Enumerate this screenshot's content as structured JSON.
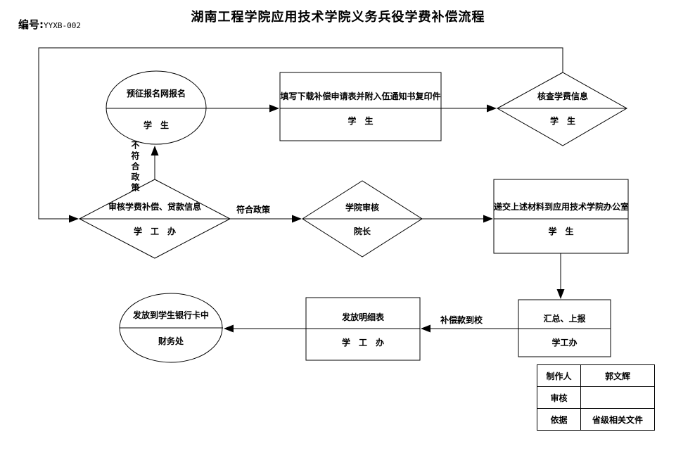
{
  "header": {
    "title": "湖南工程学院应用技术学院义务兵役学费补偿流程",
    "code_label": "编号:",
    "code_value": "YYXB-002"
  },
  "nodes": {
    "apply": {
      "action": "预征报名网报名",
      "actor": "学　生"
    },
    "fill_form": {
      "action": "填写下载补偿申请表并附入伍通知书复印件",
      "actor": "学　生"
    },
    "verify_tuition": {
      "action": "核查学费信息",
      "actor": "学　生"
    },
    "review_info": {
      "action": "审核学费补偿、贷款信息",
      "actor": "学　工　办"
    },
    "college_review": {
      "action": "学院审核",
      "actor": "院长"
    },
    "submit_materials": {
      "action": "递交上述材料到应用技术学院办公室",
      "actor": "学　生"
    },
    "summarize_report": {
      "action": "汇总、上报",
      "actor": "学工办"
    },
    "issue_detail": {
      "action": "发放明细表",
      "actor": "学　工　办"
    },
    "transfer_bank": {
      "action": "发放到学生银行卡中",
      "actor": "财务处"
    }
  },
  "edge_labels": {
    "not_compliant": "不符合政策",
    "compliant": "符合政策",
    "funds_arrived": "补偿款到校"
  },
  "info_table": {
    "rows": [
      {
        "label": "制作人",
        "value": "郭文辉"
      },
      {
        "label": "审核",
        "value": ""
      },
      {
        "label": "依据",
        "value": "省级相关文件"
      }
    ]
  }
}
